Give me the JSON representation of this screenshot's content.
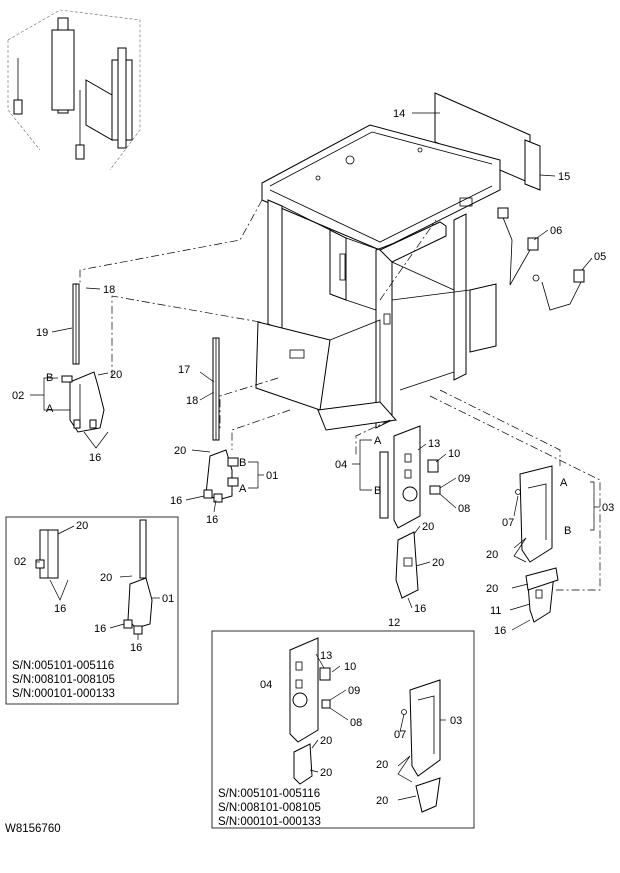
{
  "drawing": {
    "ref_code": "W8156760",
    "main_labels": {
      "p14": "14",
      "p15": "15",
      "p06": "06",
      "p05": "05",
      "p18a": "18",
      "p19": "19",
      "p20a": "20",
      "p02": "02",
      "pB1": "B",
      "pA1": "A",
      "p16a": "16",
      "p17": "17",
      "p18b": "18",
      "p20b": "20",
      "pB2": "B",
      "pA2": "A",
      "p01": "01",
      "p16b": "16",
      "p16c": "16",
      "p04": "04",
      "pA3": "A",
      "pB3": "B",
      "p13": "13",
      "p10": "10",
      "p09": "09",
      "p08": "08",
      "p20c": "20",
      "p20d": "20",
      "p16d": "16",
      "p12": "12",
      "p03": "03",
      "pA4": "A",
      "pB4": "B",
      "p07": "07",
      "p20e": "20",
      "p20f": "20",
      "p11": "11",
      "p16e": "16"
    },
    "inset_left": {
      "labels": {
        "p20a": "20",
        "p02": "02",
        "p16a": "16",
        "p20b": "20",
        "p01": "01",
        "p16b": "16",
        "p16c": "16"
      },
      "serials": [
        "S/N:005101-005116",
        "S/N:008101-008105",
        "S/N:000101-000133"
      ]
    },
    "inset_right": {
      "labels": {
        "p13": "13",
        "p10": "10",
        "p04": "04",
        "p09": "09",
        "p08": "08",
        "p20a": "20",
        "p20b": "20",
        "p07": "07",
        "p03": "03",
        "p20c": "20",
        "p20d": "20"
      },
      "serials": [
        "S/N:005101-005116",
        "S/N:008101-008105",
        "S/N:000101-000133"
      ]
    }
  }
}
